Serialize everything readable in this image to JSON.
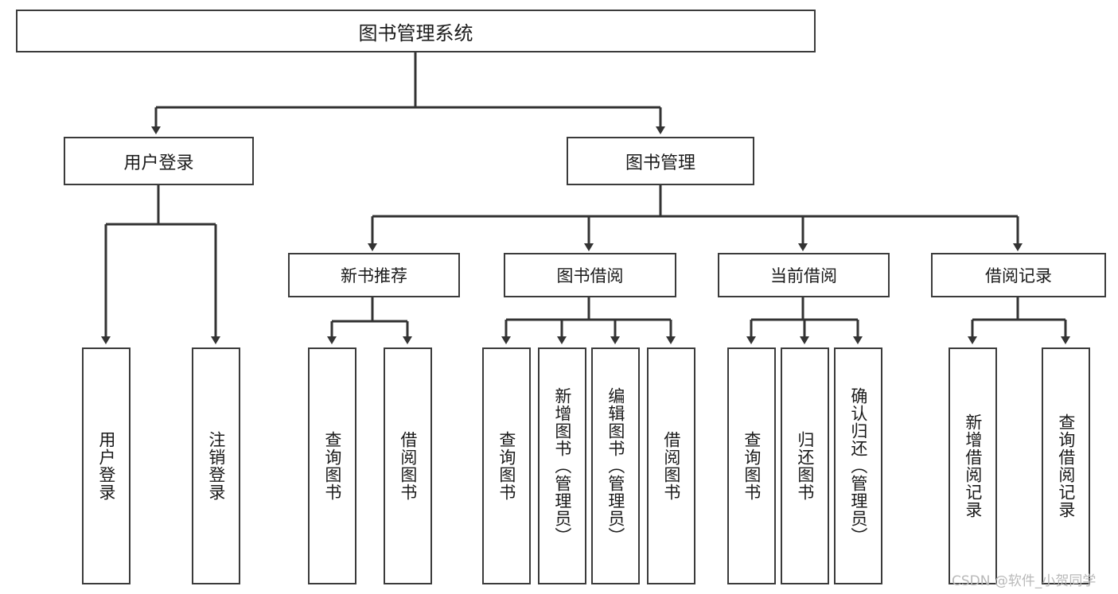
{
  "diagram": {
    "title": "图书管理系统",
    "type": "tree-hierarchy",
    "watermark": "CSDN @软件_小贺同学",
    "colors": {
      "border": "#3b3b3b",
      "fill": "#ffffff",
      "text": "#1a1a1a",
      "edge": "#333333",
      "watermark": "#b9b9b9"
    }
  },
  "nodes": {
    "root": {
      "label": "图书管理系统"
    },
    "level2": [
      {
        "id": "user-login",
        "label": "用户登录"
      },
      {
        "id": "book-management",
        "label": "图书管理"
      }
    ],
    "level3": [
      {
        "id": "new-book-recommend",
        "label": "新书推荐"
      },
      {
        "id": "book-borrow",
        "label": "图书借阅"
      },
      {
        "id": "current-borrow",
        "label": "当前借阅"
      },
      {
        "id": "borrow-record",
        "label": "借阅记录"
      }
    ],
    "leaves": {
      "user_login": [
        {
          "id": "leaf-user-login",
          "label": "用户登录"
        },
        {
          "id": "leaf-user-logout",
          "label": "注销登录"
        }
      ],
      "new_book_recommend": [
        {
          "id": "leaf-query-book-1",
          "label": "查询图书"
        },
        {
          "id": "leaf-borrow-book-1",
          "label": "借阅图书"
        }
      ],
      "book_borrow": [
        {
          "id": "leaf-query-book-2",
          "label": "查询图书"
        },
        {
          "id": "leaf-add-book",
          "label": "新增图书（管理员）"
        },
        {
          "id": "leaf-edit-book",
          "label": "编辑图书（管理员）"
        },
        {
          "id": "leaf-borrow-book-2",
          "label": "借阅图书"
        }
      ],
      "current_borrow": [
        {
          "id": "leaf-query-book-3",
          "label": "查询图书"
        },
        {
          "id": "leaf-return-book",
          "label": "归还图书"
        },
        {
          "id": "leaf-confirm-return",
          "label": "确认归还（管理员）"
        }
      ],
      "borrow_record": [
        {
          "id": "leaf-add-record",
          "label": "新增借阅记录"
        },
        {
          "id": "leaf-query-record",
          "label": "查询借阅记录"
        }
      ]
    }
  }
}
